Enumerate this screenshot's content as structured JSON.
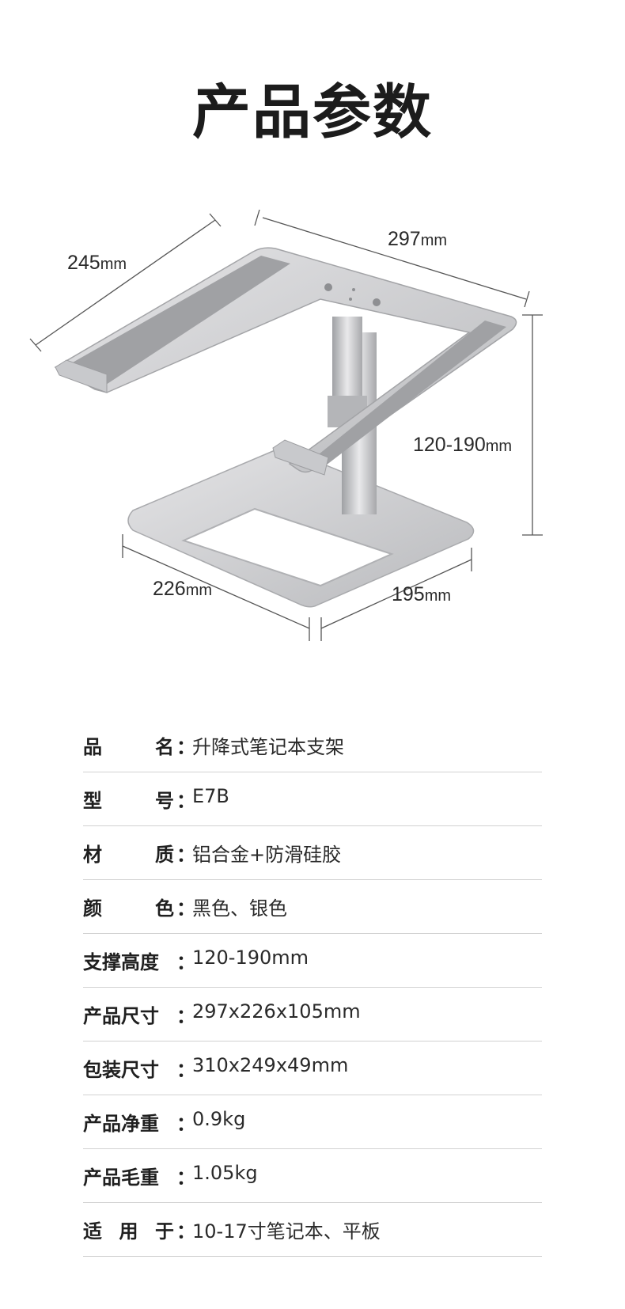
{
  "title": "产品参数",
  "dimensions": {
    "depth_top": {
      "value": "245",
      "unit": "mm"
    },
    "width_top": {
      "value": "297",
      "unit": "mm"
    },
    "height": {
      "value": "120-190",
      "unit": "mm"
    },
    "base_width": {
      "value": "226",
      "unit": "mm"
    },
    "base_depth": {
      "value": "195",
      "unit": "mm"
    }
  },
  "specs": [
    {
      "key_chars": [
        "品",
        "名"
      ],
      "colon": "：",
      "value": "升降式笔记本支架"
    },
    {
      "key_chars": [
        "型",
        "号"
      ],
      "colon": "：",
      "value": "E7B"
    },
    {
      "key_chars": [
        "材",
        "质"
      ],
      "colon": "：",
      "value": "铝合金+防滑硅胶"
    },
    {
      "key_chars": [
        "颜",
        "色"
      ],
      "colon": "：",
      "value": "黑色、银色"
    },
    {
      "key_chars": [
        "支撑高度"
      ],
      "colon": "：",
      "value": "120-190mm"
    },
    {
      "key_chars": [
        "产品尺寸"
      ],
      "colon": "：",
      "value": "297x226x105mm"
    },
    {
      "key_chars": [
        "包装尺寸"
      ],
      "colon": "：",
      "value": "310x249x49mm"
    },
    {
      "key_chars": [
        "产品净重"
      ],
      "colon": "：",
      "value": "0.9kg"
    },
    {
      "key_chars": [
        "产品毛重"
      ],
      "colon": "：",
      "value": "1.05kg"
    },
    {
      "key_chars": [
        "适",
        "用",
        "于"
      ],
      "colon": "：",
      "value": "10-17寸笔记本、平板"
    }
  ]
}
